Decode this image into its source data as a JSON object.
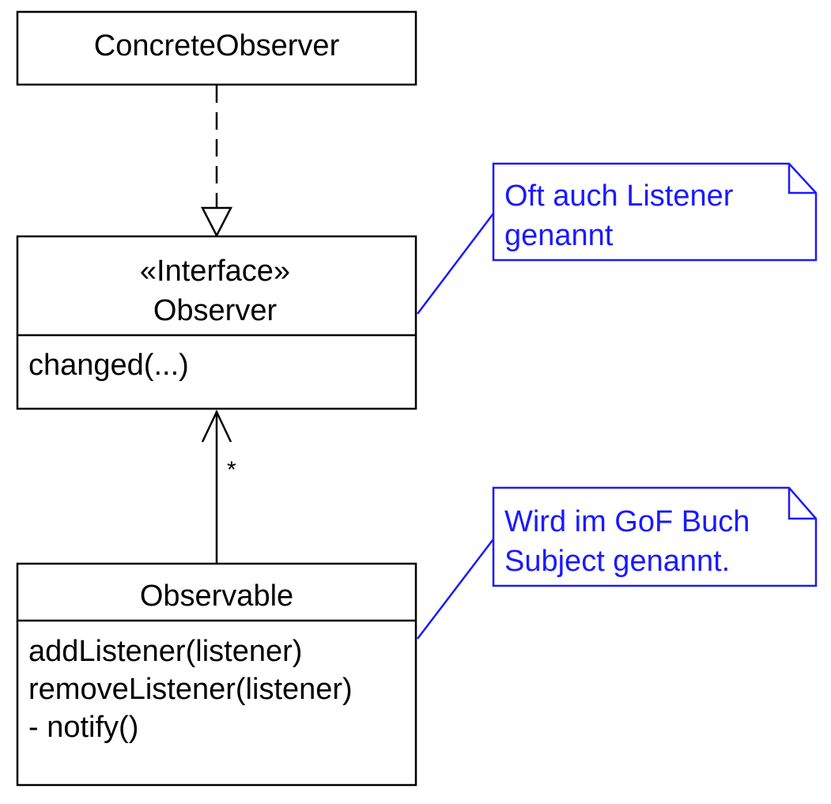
{
  "diagram": {
    "classes": {
      "concrete_observer": {
        "name": "ConcreteObserver"
      },
      "observer": {
        "stereotype": "«Interface»",
        "name": "Observer",
        "operations": [
          "changed(...)"
        ]
      },
      "observable": {
        "name": "Observable",
        "operations": [
          "addListener(listener)",
          "removeListener(listener)",
          "- notify()"
        ]
      }
    },
    "notes": [
      {
        "lines": [
          "Oft auch Listener",
          "genannt"
        ]
      },
      {
        "lines": [
          "Wird im GoF Buch",
          "Subject genannt."
        ]
      }
    ],
    "relations": {
      "realization": {
        "from": "ConcreteObserver",
        "to": "Observer",
        "kind": "realization"
      },
      "association": {
        "from": "Observable",
        "to": "Observer",
        "kind": "navigable-association",
        "multiplicity": "*"
      }
    },
    "colors": {
      "line": "#000000",
      "note": "#1a1aff",
      "background": "#ffffff"
    }
  }
}
